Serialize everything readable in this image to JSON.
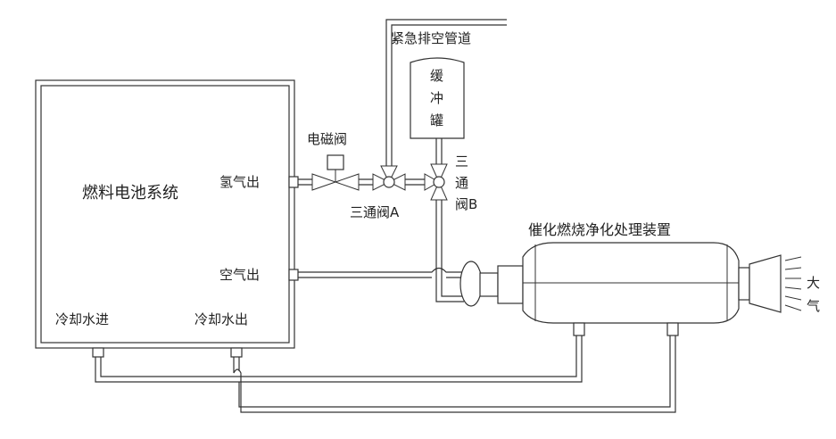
{
  "labels": {
    "fuel_cell_system": "燃料电池系统",
    "hydrogen_out": "氢气出",
    "air_out": "空气出",
    "coolant_in": "冷却水进",
    "coolant_out": "冷却水出",
    "solenoid_valve": "电磁阀",
    "three_way_valve_a": "三通阀A",
    "three_way_valve_b_line1": "三",
    "three_way_valve_b_line2": "通",
    "three_way_valve_b_line3": "阀B",
    "emergency_vent_pipe": "紧急排空管道",
    "buffer_tank_line1": "缓",
    "buffer_tank_line2": "冲",
    "buffer_tank_line3": "罐",
    "catalytic_purifier": "催化燃烧净化处理装置",
    "atmosphere_line1": "大",
    "atmosphere_line2": "气"
  }
}
